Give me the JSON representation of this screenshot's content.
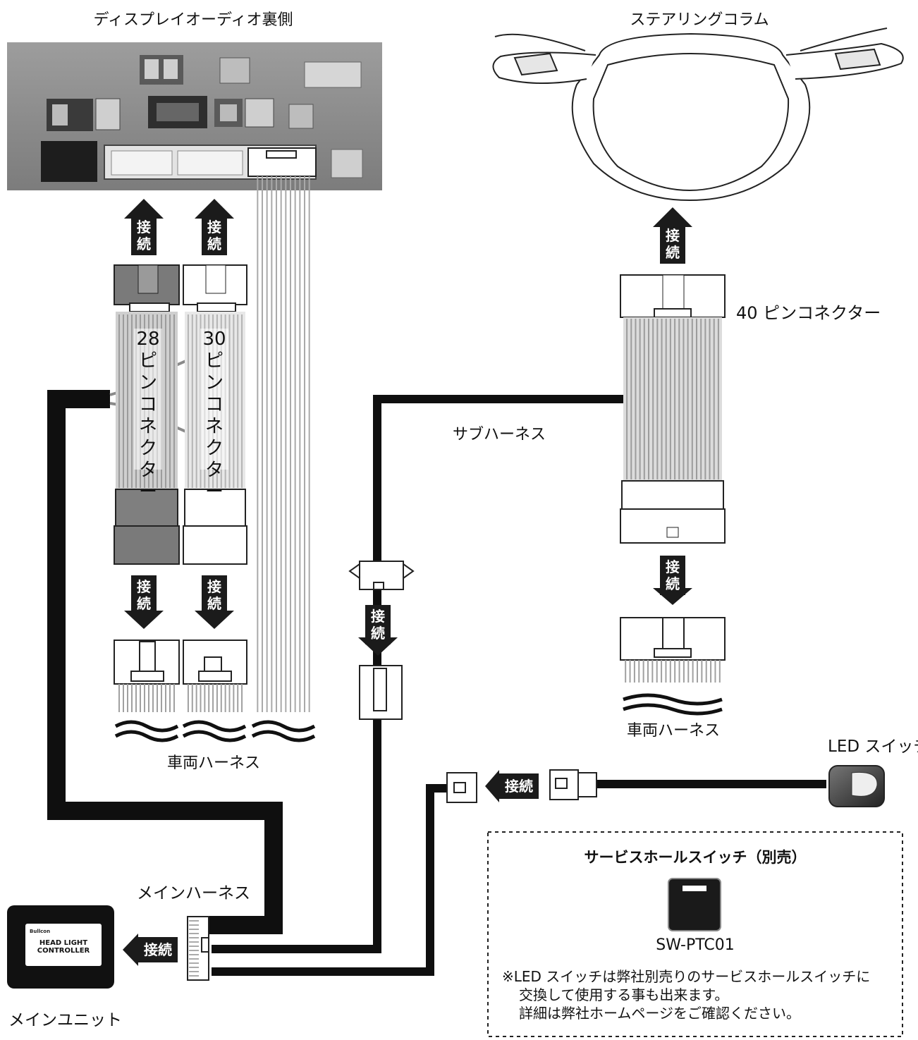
{
  "labels": {
    "display_audio_back": "ディスプレイオーディオ裏側",
    "steering_column": "ステアリングコラム",
    "connector_28": "28ピンコネクター",
    "connector_30": "30ピンコネクター",
    "connector_40": "40 ピンコネクター",
    "sub_harness": "サブハーネス",
    "vehicle_harness": "車両ハーネス",
    "main_harness": "メインハーネス",
    "main_unit": "メインユニット",
    "led_switch": "LED スイッチ",
    "connect": "接続"
  },
  "main_unit": {
    "brand": "Bullcon",
    "name_line1": "HEAD LIGHT",
    "name_line2": "CONTROLLER"
  },
  "service_box": {
    "title": "サービスホールスイッチ（別売）",
    "model": "SW-PTC01",
    "note_line1": "※LED スイッチは弊社別売りのサービスホールスイッチに",
    "note_line2": "交換して使用する事も出来ます。",
    "note_line3": "詳細は弊社ホームページをご確認ください。"
  },
  "colors": {
    "cable": "#0f0f0f",
    "dark_connector": "#777777",
    "connect_tag": "#1b1b1b",
    "wire": "#b4b4b4"
  }
}
